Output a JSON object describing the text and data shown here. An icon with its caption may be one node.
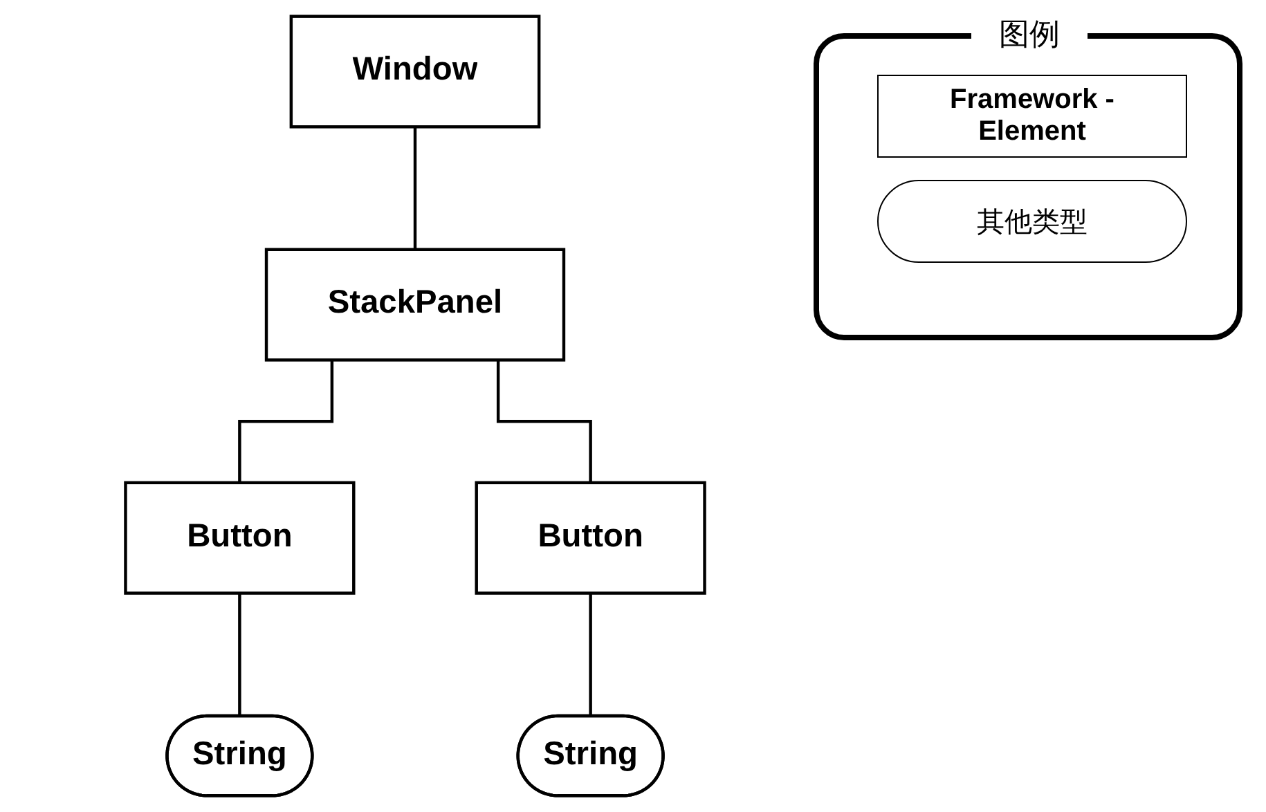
{
  "diagram": {
    "nodes": [
      {
        "text": [
          "Window"
        ]
      },
      {
        "text": [
          "StackPanel"
        ]
      },
      {
        "text": [
          "Button"
        ]
      },
      {
        "text": [
          "Button"
        ]
      },
      {
        "text": [
          "String"
        ]
      },
      {
        "text": [
          "String"
        ]
      }
    ],
    "edges": [
      {
        "from": 0,
        "to": 1,
        "arrow": "none"
      },
      {
        "from": 1,
        "to": 2,
        "arrow": "none"
      },
      {
        "from": 1,
        "to": 3,
        "arrow": "none"
      },
      {
        "from": 2,
        "to": 4,
        "arrow": "none"
      },
      {
        "from": 3,
        "to": 5,
        "arrow": "none"
      }
    ],
    "labels": [
      "图例"
    ],
    "legend": [
      {
        "text": "Framework - Element"
      },
      {
        "text": "其他类型"
      }
    ]
  }
}
